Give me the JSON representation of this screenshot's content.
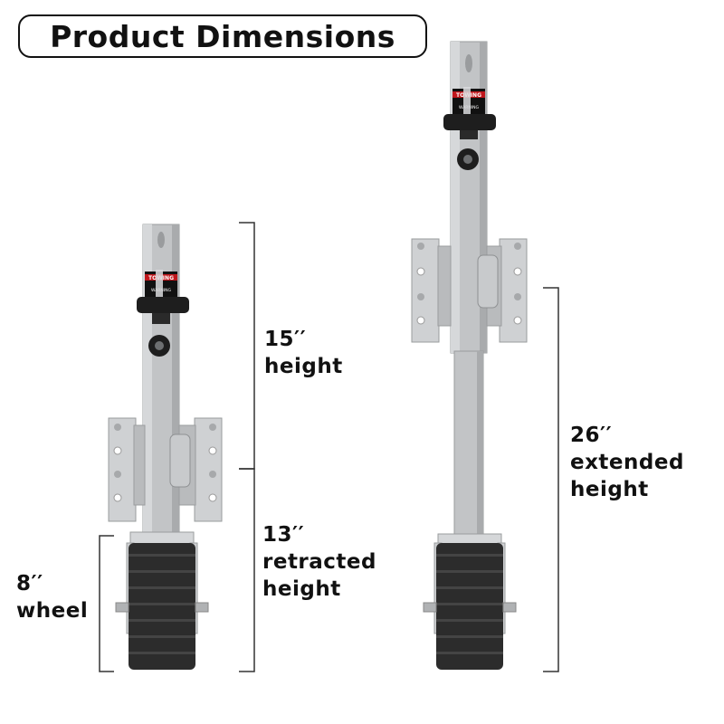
{
  "title": "Product Dimensions",
  "dimensions": {
    "retracted_height": {
      "value": "15′′",
      "label": "height"
    },
    "retracted_total": {
      "value": "13′′",
      "label1": "retracted",
      "label2": "height"
    },
    "wheel": {
      "value": "8′′",
      "label": "wheel"
    },
    "extended": {
      "value": "26′′",
      "label1": "extended",
      "label2": "height"
    }
  },
  "decals": {
    "brand": "TOWING",
    "warning": "WARNING"
  },
  "colors": {
    "tube": "#c2c4c6",
    "tube_shade": "#a9abad",
    "plate": "#cfd1d3",
    "wheel": "#2c2c2c",
    "line": "#333333",
    "collar": "#1e1e1e",
    "decal_red": "#c0171c"
  }
}
